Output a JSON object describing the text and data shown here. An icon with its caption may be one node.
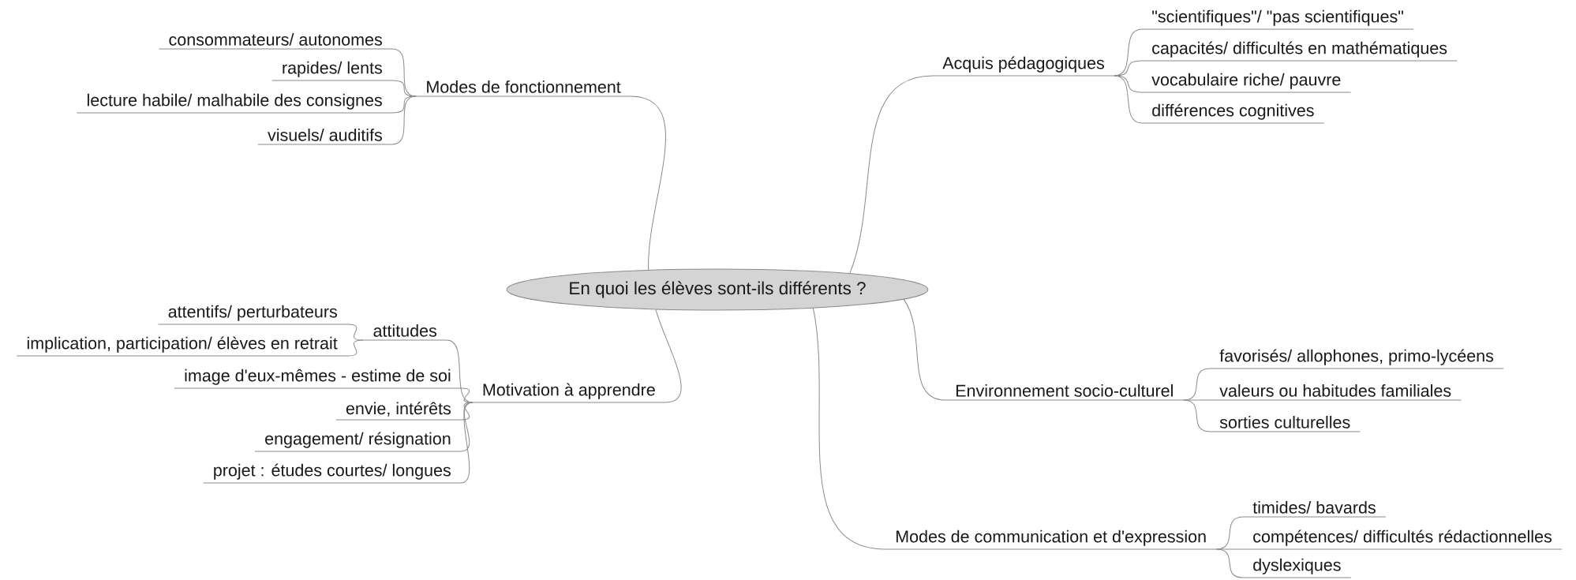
{
  "diagram": {
    "nodes": [
      {
        "text": [
          "En quoi les élèves sont-ils différents ?"
        ]
      },
      {
        "text": [
          "Modes de fonctionnement"
        ]
      },
      {
        "text": [
          "consommateurs/ autonomes"
        ]
      },
      {
        "text": [
          "rapides/ lents"
        ]
      },
      {
        "text": [
          "lecture habile/ malhabile des consignes"
        ]
      },
      {
        "text": [
          "visuels/ auditifs"
        ]
      },
      {
        "text": [
          "Motivation à apprendre"
        ]
      },
      {
        "text": [
          "attitudes"
        ]
      },
      {
        "text": [
          "attentifs/ perturbateurs"
        ]
      },
      {
        "text": [
          "implication, participation/ élèves en retrait"
        ]
      },
      {
        "text": [
          "image d'eux-mêmes - estime de soi"
        ]
      },
      {
        "text": [
          "envie,  intérêts"
        ]
      },
      {
        "text": [
          "engagement/ résignation"
        ]
      },
      {
        "text": [
          "projet : études courtes/ longues"
        ]
      },
      {
        "text": [
          "Acquis pédagogiques"
        ]
      },
      {
        "text": [
          "\"scientifiques\"/ \"pas scientifiques\""
        ]
      },
      {
        "text": [
          "capacités/ difficultés en mathématiques"
        ]
      },
      {
        "text": [
          "vocabulaire riche/ pauvre"
        ]
      },
      {
        "text": [
          "différences cognitives"
        ]
      },
      {
        "text": [
          "Environnement socio-culturel"
        ]
      },
      {
        "text": [
          "favorisés/ allophones, primo-lycéens"
        ]
      },
      {
        "text": [
          "valeurs ou habitudes familiales"
        ]
      },
      {
        "text": [
          "sorties culturelles"
        ]
      },
      {
        "text": [
          "Modes de communication et d'expression"
        ]
      },
      {
        "text": [
          "timides/ bavards"
        ]
      },
      {
        "text": [
          "compétences/ difficultés rédactionnelles"
        ]
      },
      {
        "text": [
          "dyslexiques"
        ]
      }
    ],
    "edges": [
      {
        "from": 0,
        "to": 1,
        "arrow": "none"
      },
      {
        "from": 1,
        "to": 2,
        "arrow": "none"
      },
      {
        "from": 1,
        "to": 3,
        "arrow": "none"
      },
      {
        "from": 1,
        "to": 4,
        "arrow": "none"
      },
      {
        "from": 1,
        "to": 5,
        "arrow": "none"
      },
      {
        "from": 0,
        "to": 6,
        "arrow": "none"
      },
      {
        "from": 6,
        "to": 7,
        "arrow": "none"
      },
      {
        "from": 7,
        "to": 8,
        "arrow": "none"
      },
      {
        "from": 7,
        "to": 9,
        "arrow": "none"
      },
      {
        "from": 6,
        "to": 10,
        "arrow": "none"
      },
      {
        "from": 6,
        "to": 11,
        "arrow": "none"
      },
      {
        "from": 6,
        "to": 12,
        "arrow": "none"
      },
      {
        "from": 6,
        "to": 13,
        "arrow": "none"
      },
      {
        "from": 0,
        "to": 14,
        "arrow": "none"
      },
      {
        "from": 14,
        "to": 15,
        "arrow": "none"
      },
      {
        "from": 14,
        "to": 16,
        "arrow": "none"
      },
      {
        "from": 14,
        "to": 17,
        "arrow": "none"
      },
      {
        "from": 14,
        "to": 18,
        "arrow": "none"
      },
      {
        "from": 0,
        "to": 19,
        "arrow": "none"
      },
      {
        "from": 19,
        "to": 20,
        "arrow": "none"
      },
      {
        "from": 19,
        "to": 21,
        "arrow": "none"
      },
      {
        "from": 19,
        "to": 22,
        "arrow": "none"
      },
      {
        "from": 0,
        "to": 23,
        "arrow": "none"
      },
      {
        "from": 23,
        "to": 24,
        "arrow": "none"
      },
      {
        "from": 23,
        "to": 25,
        "arrow": "none"
      },
      {
        "from": 23,
        "to": 26,
        "arrow": "none"
      }
    ]
  }
}
